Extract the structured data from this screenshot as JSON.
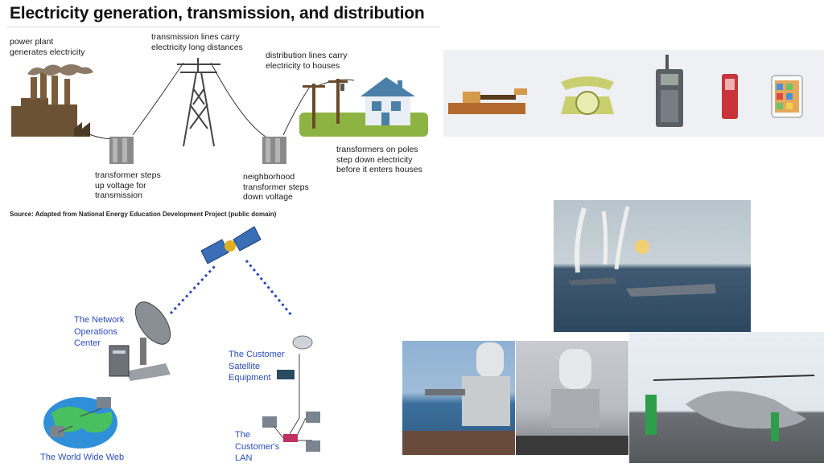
{
  "electricity": {
    "title": "Electricity generation, transmission, and distribution",
    "power_plant": [
      "power plant",
      "generates electricity"
    ],
    "transmission_lines": [
      "transmission lines carry",
      "electricity long distances"
    ],
    "distribution_lines": [
      "distribution lines carry",
      "electricity to houses"
    ],
    "transformer_up": [
      "transformer steps",
      "up voltage for",
      "transmission"
    ],
    "neighborhood": [
      "neighborhood",
      "transformer steps",
      "down voltage"
    ],
    "poles": [
      "transformers on poles",
      "step down electricity",
      "before it enters houses"
    ],
    "source": "Source: Adapted from National Energy Education Development Project (public domain)"
  },
  "satellite": {
    "noc": [
      "The Network",
      "Operations",
      "Center"
    ],
    "customer_equipment": [
      "The Customer",
      "Satellite",
      "Equipment"
    ],
    "lan": [
      "The",
      "Customer's",
      "LAN"
    ],
    "www": "The World Wide Web"
  },
  "colors": {
    "satellite_label": "#2a4cb8",
    "ground": "#8db342",
    "house": "#4a7fa8",
    "phone_panel": "#eef0f3"
  },
  "icons": [
    "factory-icon",
    "transmission-tower-icon",
    "transformer-icon",
    "utility-pole-icon",
    "house-icon",
    "telegraph-key-icon",
    "rotary-phone-icon",
    "brick-phone-icon",
    "flip-phone-icon",
    "smartphone-icon",
    "satellite-icon",
    "dish-antenna-icon",
    "server-icon",
    "globe-icon",
    "computer-icon",
    "router-icon"
  ]
}
